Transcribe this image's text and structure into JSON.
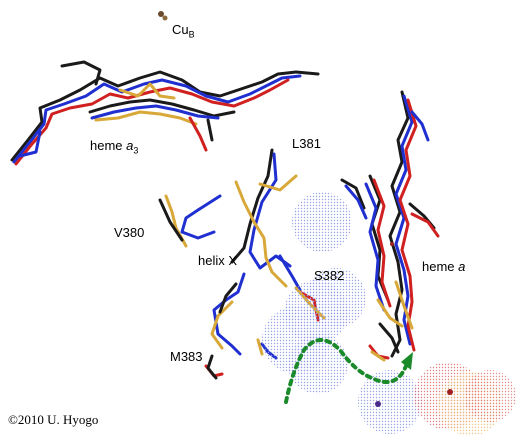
{
  "labels": {
    "cub_main": "Cu",
    "cub_sub": "B",
    "heme_a3_main": "heme ",
    "heme_a3_italic": "a",
    "heme_a3_sub": "3",
    "l381": "L381",
    "v380": "V380",
    "helix_x": "helix X",
    "s382": "S382",
    "heme_a_main": "heme ",
    "heme_a_italic": "a",
    "m383": "M383"
  },
  "copyright": "©2010 U. Hyogo",
  "colors": {
    "background": "#ffffff",
    "bond_blue": "#1f2fd0",
    "bond_black": "#1a1a1a",
    "bond_red": "#d02020",
    "bond_gold": "#d8a838",
    "water_path": "#1a8a2a",
    "sphere_blue": "#8f9ae6",
    "sphere_red": "#e06868",
    "sphere_gold": "#e8c070"
  }
}
